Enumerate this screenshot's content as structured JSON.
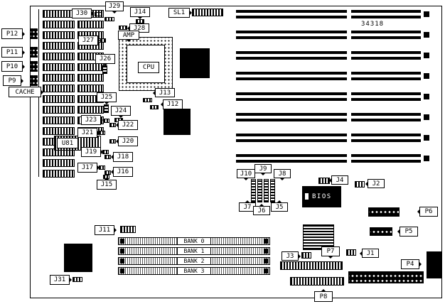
{
  "labels": {
    "p12": "P12",
    "p11": "P11",
    "p10": "P10",
    "p9": "P9",
    "cache": "CACHE",
    "j30": "J30",
    "j29": "J29",
    "j14": "J14",
    "sl1": "SL1",
    "j28": "J28",
    "amp": "AMP",
    "j27": "J27",
    "j26": "J26",
    "cpu": "CPU",
    "j25": "J25",
    "j13": "J13",
    "j12": "J12",
    "j24": "J24",
    "j23": "J23",
    "j22": "J22",
    "j21": "J21",
    "j20": "J20",
    "u81": "U81",
    "j19": "J19",
    "j18": "J18",
    "j17": "J17",
    "j16": "J16",
    "j15": "J15",
    "j11": "J11",
    "j10": "J10",
    "j9": "J9",
    "j8": "J8",
    "j7": "J7",
    "j6": "J6",
    "j5": "J5",
    "j4": "J4",
    "j3": "J3",
    "j2": "J2",
    "j1": "J1",
    "j31": "J31",
    "p4": "P4",
    "p5": "P5",
    "p6": "P6",
    "p7": "P7",
    "p8": "P8",
    "bios": "BIOS",
    "part_number": "34318"
  },
  "banks": [
    "BANK 0",
    "BANK 1",
    "BANK 2",
    "BANK 3"
  ]
}
